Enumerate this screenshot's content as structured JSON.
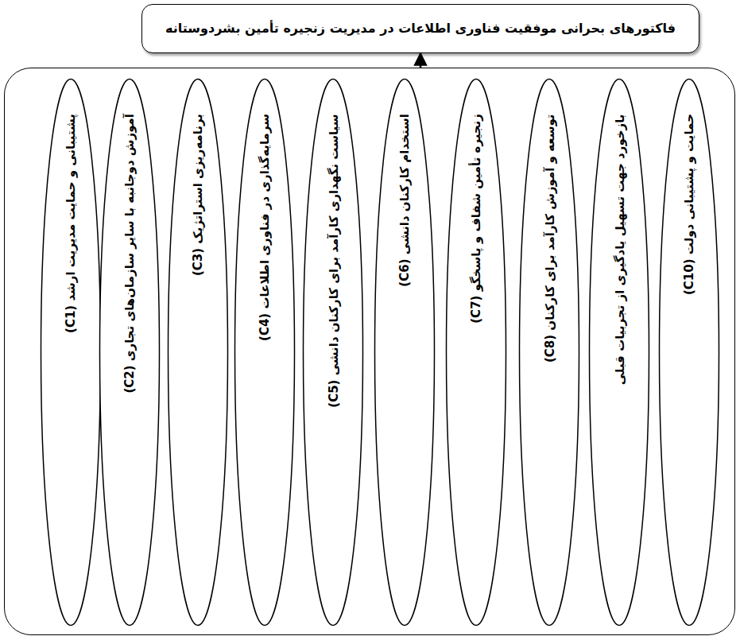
{
  "diagram": {
    "nodes": [
      {
        "text": [
          "فاکتورهای بحرانی موفقیت فناوری اطلاعات در مدیریت زنجیره تأمین بشردوستانه"
        ]
      },
      {
        "text": []
      },
      {
        "text": [
          "پشتیبانی و حمایت مدیریت ارشد (C1)"
        ],
        "in": 1
      },
      {
        "text": [
          "آموزش دوجانبه با سایر سازمان‌های تجاری (C2)"
        ],
        "in": 1
      },
      {
        "text": [
          "برنامه‌ریزی استراتژیک (C3)"
        ],
        "in": 1
      },
      {
        "text": [
          "سرمایه‌گذاری در فناوری اطلاعات (C4)"
        ],
        "in": 1
      },
      {
        "text": [
          "سیاست نگهداری کارآمد برای کارکنان دانشی (C5)"
        ],
        "in": 1
      },
      {
        "text": [
          "استخدام کارکنان دانشی (C6)"
        ],
        "in": 1
      },
      {
        "text": [
          "زنجیره تأمین شفاف و پاسخگو (C7)"
        ],
        "in": 1
      },
      {
        "text": [
          "توسعه و آموزش کارآمد برای کارکنان (C8)"
        ],
        "in": 1
      },
      {
        "text": [
          "بازخورد جهت تسهیل یادگیری از تجربیات قبلی"
        ],
        "in": 1
      },
      {
        "text": [
          "حمایت و پشتیبانی دولت (C10)"
        ],
        "in": 1
      }
    ],
    "edges": [
      {
        "from": 1,
        "to": 0,
        "arrow": "to"
      }
    ]
  }
}
